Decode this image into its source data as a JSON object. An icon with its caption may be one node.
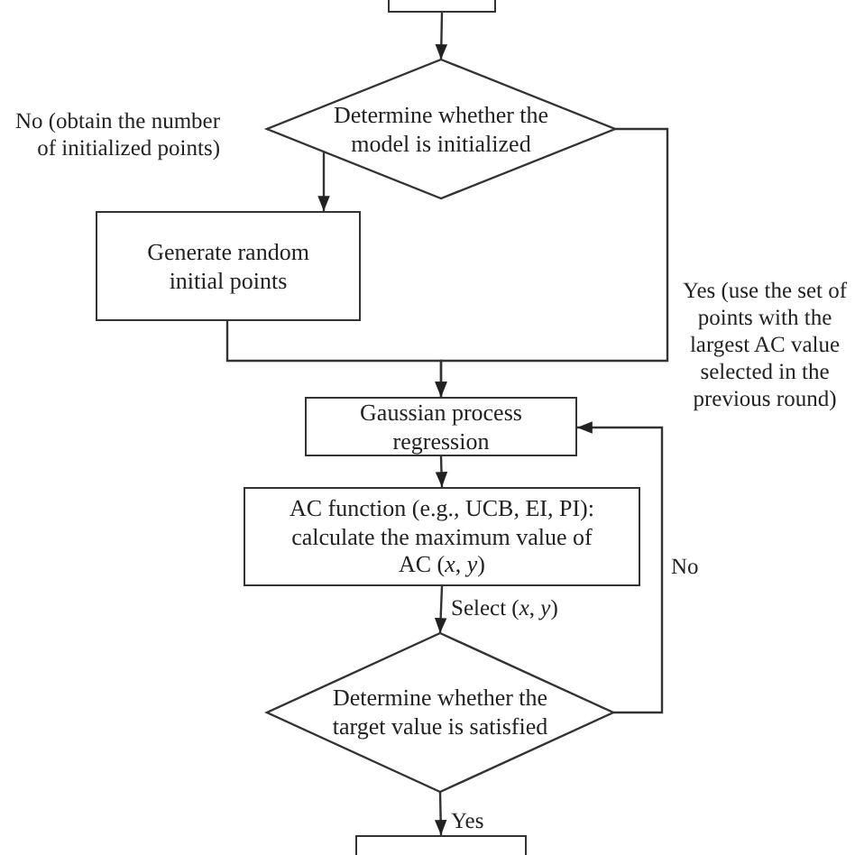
{
  "diagram": {
    "nodes": [
      {
        "text": [],
        "shape": "box"
      },
      {
        "text": [
          "Determine whether the model is initialized"
        ]
      },
      {
        "text": [
          "Generate random initial points"
        ]
      },
      {
        "text": [
          "Gaussian process regression"
        ]
      },
      {
        "text": [
          "AC function (e.g., UCB, EI, PI): calculate the maximum value of AC (*x*, *y*)"
        ]
      },
      {
        "text": [
          "Determine whether the target value is satisfied"
        ]
      },
      {
        "text": [],
        "shape": "box"
      }
    ],
    "edges": [
      {
        "from": 0,
        "to": 1,
        "arrow": "to"
      },
      {
        "from": 1,
        "to": 2,
        "arrow": "to",
        "label": "No (obtain the number of initialized points)"
      },
      {
        "from": 1,
        "to": 3,
        "arrow": "to",
        "label": "Yes (use the set of points with the largest AC value selected in the previous round)"
      },
      {
        "from": 2,
        "to": 3,
        "arrow": "to"
      },
      {
        "from": 3,
        "to": 4,
        "arrow": "to"
      },
      {
        "from": 4,
        "to": 5,
        "arrow": "to",
        "label": "Select (*x*, *y*)"
      },
      {
        "from": 5,
        "to": 3,
        "arrow": "to",
        "label": "No"
      },
      {
        "from": 5,
        "to": 6,
        "arrow": "to",
        "label": "Yes"
      }
    ]
  }
}
